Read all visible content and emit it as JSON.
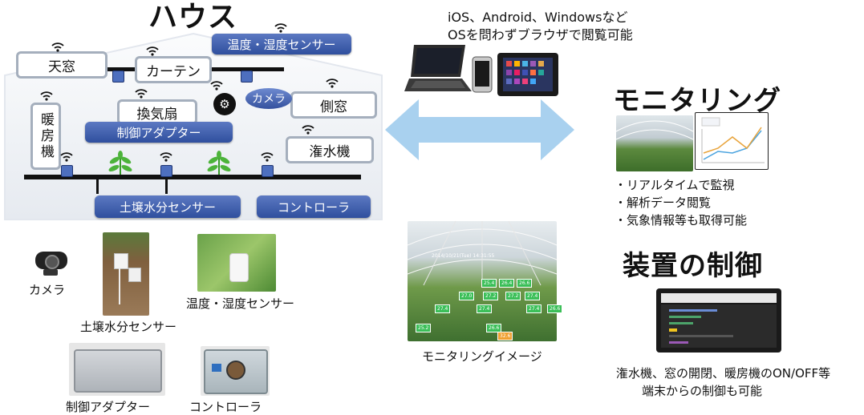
{
  "house": {
    "title": "ハウス",
    "skylight": "天窓",
    "curtain": "カーテン",
    "temp_humidity_sensor": "温度・湿度センサー",
    "camera": "カメラ",
    "side_window": "側窓",
    "heater": "暖房機",
    "ventilation_fan": "換気扇",
    "control_adapter": "制御アダプター",
    "irrigator": "潅水機",
    "soil_sensor": "土壌水分センサー",
    "controller": "コントローラ"
  },
  "devices_caption": {
    "line1": "iOS、Android、Windowsなど",
    "line2": "OSを問わずブラウザで閲覧可能"
  },
  "monitoring": {
    "title": "モニタリング",
    "bullets": [
      "・リアルタイムで監視",
      "・解析データ閲覧",
      "・気象情報等も取得可能"
    ]
  },
  "control": {
    "title": "装置の制御",
    "caption_line1": "潅水機、窓の開閉、暖房機のON/OFF等",
    "caption_line2": "端末からの制御も可能"
  },
  "monitor_image": {
    "caption": "モニタリングイメージ",
    "timestamp": "2014/10/21(Tue) 14:31:55",
    "readings": [
      "25.4",
      "26.4",
      "26.6",
      "27.0",
      "27.2",
      "27.2",
      "27.4",
      "27.4",
      "27.4",
      "27.4",
      "25.2",
      "26.6",
      "26.6",
      "32.6"
    ]
  },
  "photos": {
    "camera": "カメラ",
    "soil_sensor": "土壌水分センサー",
    "temp_humidity_sensor": "温度・湿度センサー",
    "control_adapter": "制御アダプター",
    "controller": "コントローラ"
  },
  "colors": {
    "pill_blue": "#2f4f9e",
    "arrow": "#a9d1ef",
    "box_border": "#a5afbd",
    "house_bg": "#eef1f5",
    "reading_green": "#3bbf58",
    "reading_orange": "#f0a030"
  }
}
